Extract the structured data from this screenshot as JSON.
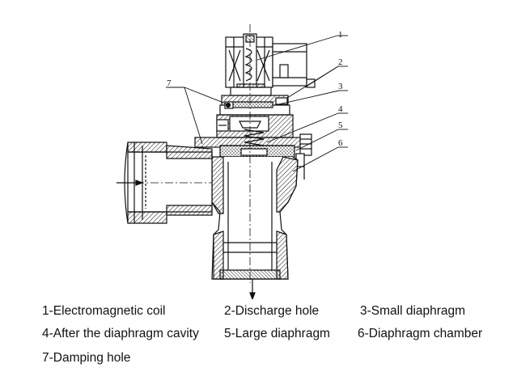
{
  "callouts": [
    "1",
    "2",
    "3",
    "4",
    "5",
    "6",
    "7"
  ],
  "legend": {
    "row1": [
      "1-Electromagnetic coil",
      "2-Discharge hole",
      "3-Small diaphragm"
    ],
    "row2": [
      "4-After the diaphragm cavity",
      "5-Large diaphragm",
      "6-Diaphragm chamber"
    ],
    "row3": [
      "7-Damping hole"
    ]
  }
}
